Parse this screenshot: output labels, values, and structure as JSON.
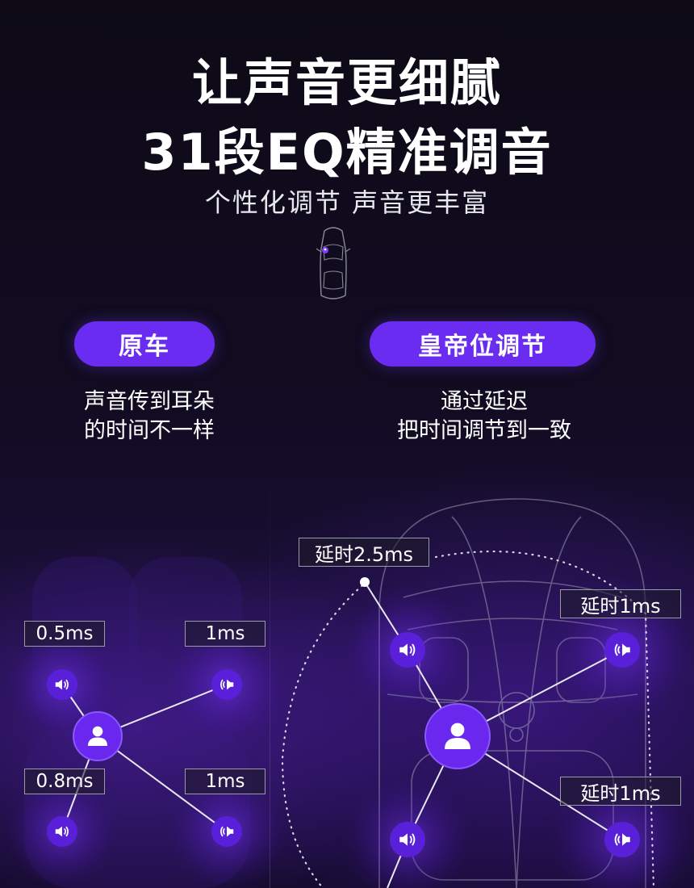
{
  "header": {
    "title_line1": "让声音更细腻",
    "title_line2": "31段EQ精准调音",
    "subtitle": "个性化调节  声音更丰富"
  },
  "left_panel": {
    "label": "原车",
    "desc_line1": "声音传到耳朵",
    "desc_line2": "的时间不一样",
    "delays": {
      "front_left": "0.5ms",
      "front_right": "1ms",
      "rear_left": "0.8ms",
      "rear_right": "1ms"
    }
  },
  "right_panel": {
    "label": "皇帝位调节",
    "desc_line1": "通过延迟",
    "desc_line2": "把时间调节到一致",
    "delays": {
      "front_left": "延时2.5ms",
      "front_right": "延时1ms",
      "rear_right": "延时1ms"
    }
  },
  "colors": {
    "accent": "#6b2cf2",
    "speaker_fill": "#5a1fd8",
    "background": "#0b0814"
  },
  "icons": [
    "car-outline-icon",
    "speaker-icon",
    "user-icon"
  ]
}
